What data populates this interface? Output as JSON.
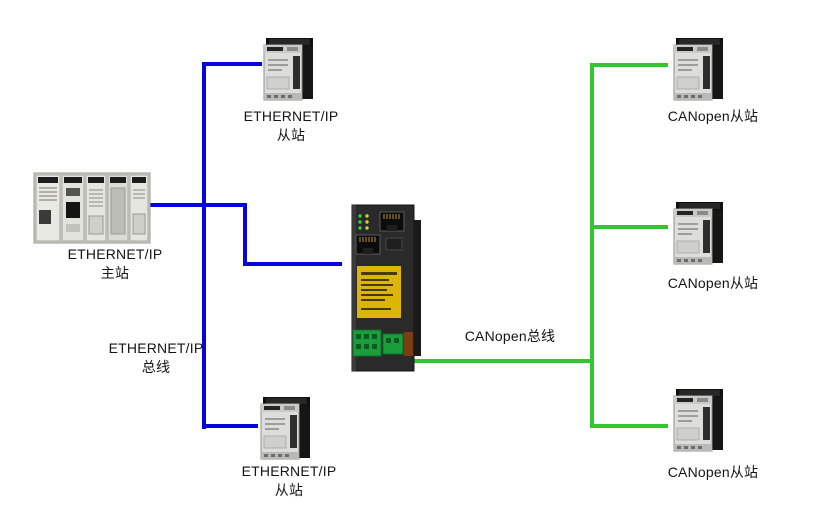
{
  "diagram": {
    "nodes": {
      "plc_master": {
        "line1": "ETHERNET/IP",
        "line2": "主站"
      },
      "eth_slave_top": {
        "line1": "ETHERNET/IP",
        "line2": "从站"
      },
      "eth_slave_bottom": {
        "line1": "ETHERNET/IP",
        "line2": "从站"
      },
      "canopen_slave_top": {
        "label": "CANopen从站"
      },
      "canopen_slave_middle": {
        "label": "CANopen从站"
      },
      "canopen_slave_bottom": {
        "label": "CANopen从站"
      }
    },
    "buses": {
      "ethernet_ip": {
        "line1": "ETHERNET/IP",
        "line2": "总线",
        "color": "#0505dc"
      },
      "canopen": {
        "label": "CANopen总线",
        "color": "#2fc82f"
      }
    }
  }
}
